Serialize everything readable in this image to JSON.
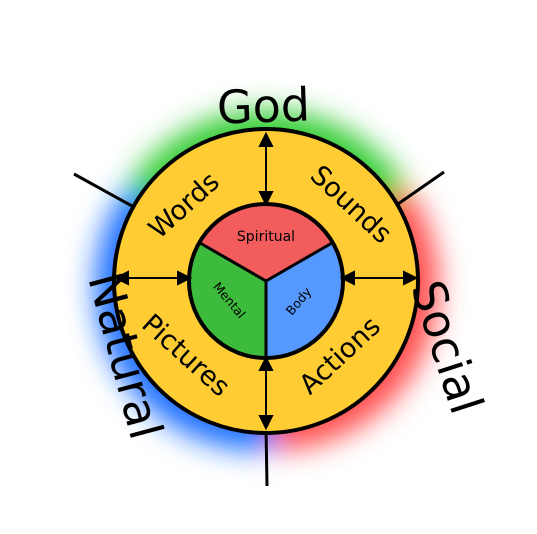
{
  "outer_domains": {
    "top": "God",
    "right": "Social",
    "left": "Natural"
  },
  "ring": {
    "top_left": "Words",
    "top_right": "Sounds",
    "bottom_left": "Pictures",
    "bottom_right": "Actions"
  },
  "core": {
    "top": "Spiritual",
    "left": "Mental",
    "right": "Body"
  },
  "colors": {
    "green": "#33cc33",
    "red": "#ff4d4d",
    "blue": "#1f6fff",
    "ring_yellow": "#ffcc33",
    "core_red": "#f25c5c",
    "core_green": "#3dbb3d",
    "core_blue": "#5599ff"
  }
}
